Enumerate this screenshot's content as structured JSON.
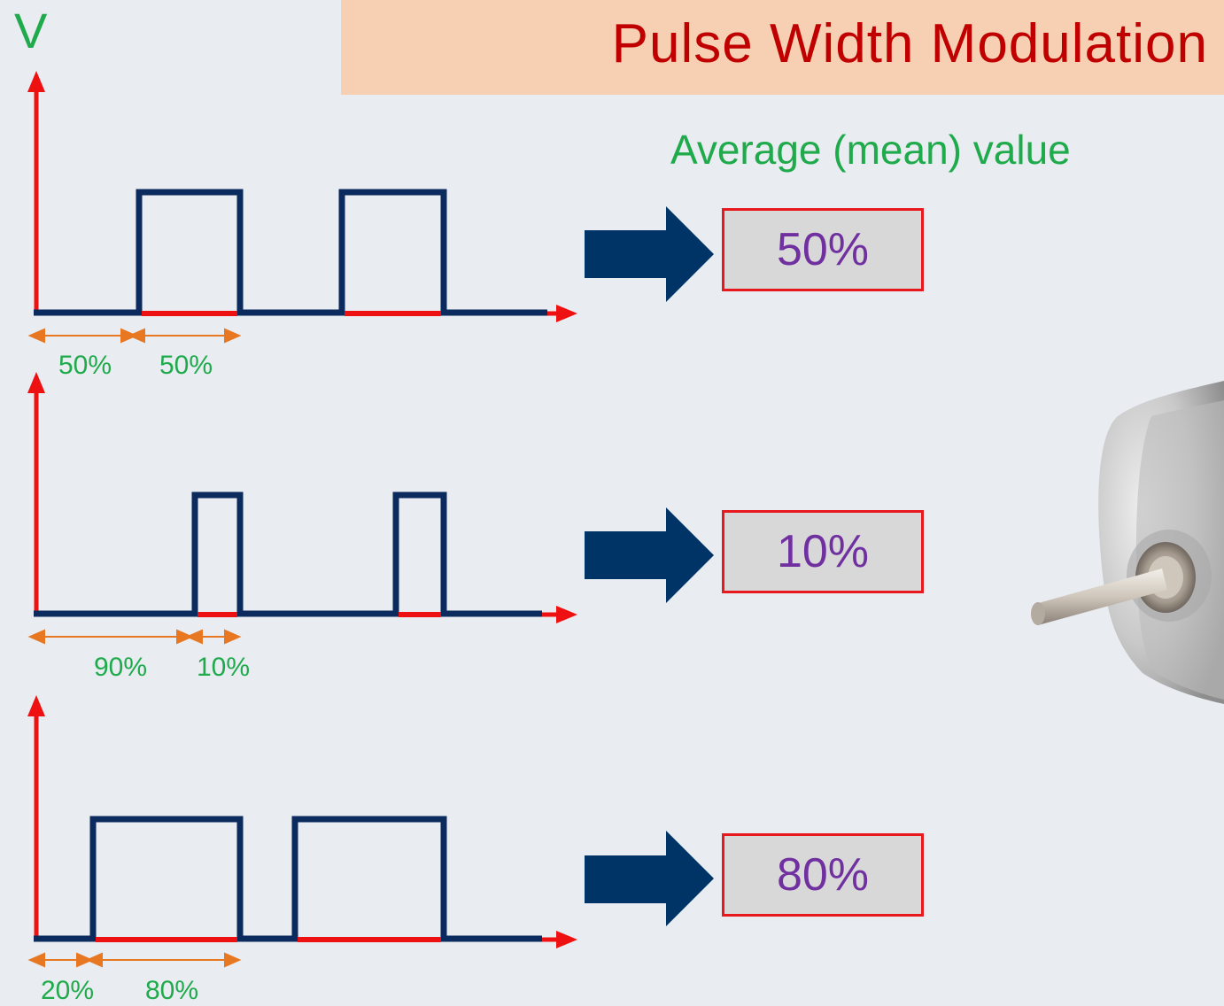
{
  "title": "Pulse Width Modulation",
  "axis_label": "V",
  "average_label": "Average (mean) value",
  "colors": {
    "waveform": "#0b2a5e",
    "axis": "#ee1111",
    "arrow_fill": "#003366",
    "dimension_arrow": "#e87722",
    "label_green": "#1faa4b",
    "value_text": "#7030a0",
    "title_band": "#f7cfb2",
    "title_text": "#c00000"
  },
  "diagrams": [
    {
      "id": "pwm-50",
      "off_label": "50%",
      "on_label": "50%",
      "duty_cycle": 0.5,
      "average_value": "50%"
    },
    {
      "id": "pwm-10",
      "off_label": "90%",
      "on_label": "10%",
      "duty_cycle": 0.1,
      "average_value": "10%"
    },
    {
      "id": "pwm-80",
      "off_label": "20%",
      "on_label": "80%",
      "duty_cycle": 0.8,
      "average_value": "80%"
    }
  ],
  "motor_image": "dc-motor-shaft"
}
